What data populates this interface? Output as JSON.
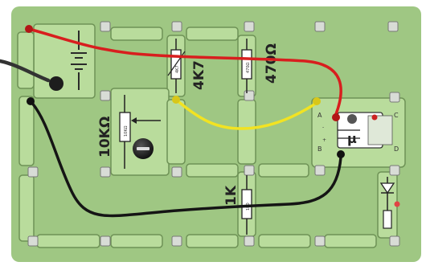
{
  "board": {
    "colors": {
      "board": "#9fc783",
      "tile": "#b9dc9c",
      "tile_edge": "#6e9256",
      "wire_red": "#d81e1e",
      "wire_yellow": "#f2e322",
      "wire_black": "#151515"
    }
  },
  "components": {
    "thermistor": {
      "label": "4K7",
      "marking": "4K7"
    },
    "resistor_470": {
      "label": "470Ω",
      "marking": "470Ω"
    },
    "potentiometer": {
      "label": "10KΩ",
      "marking": "10KΩ"
    },
    "resistor_1k": {
      "label": "1K",
      "marking": "1K0"
    },
    "module": {
      "pin_a": "A",
      "pin_b": "B",
      "pin_c": "C",
      "pin_d": "D",
      "pin_minus": "-",
      "pin_plus": "+",
      "mark": "μ"
    }
  }
}
